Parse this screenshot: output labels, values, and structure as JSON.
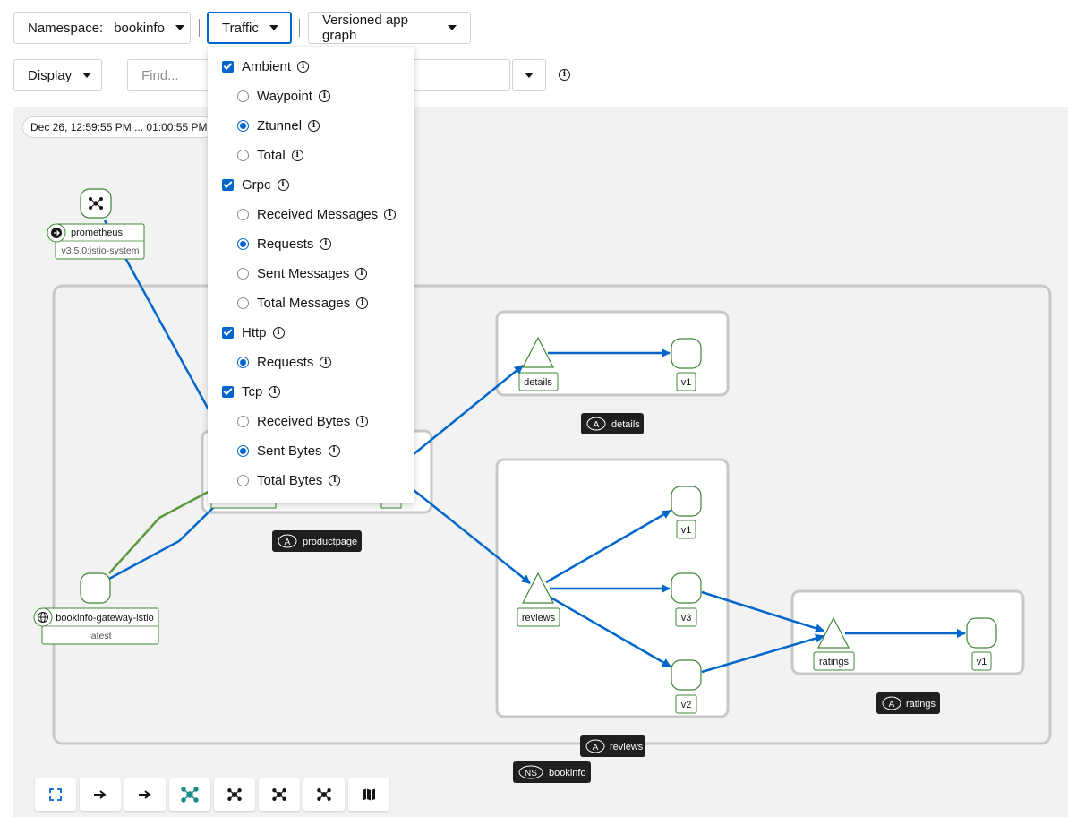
{
  "toolbar": {
    "namespace_label": "Namespace:",
    "namespace_value": "bookinfo",
    "traffic_label": "Traffic",
    "graph_type_label": "Versioned app graph",
    "display_label": "Display",
    "find_placeholder": "Find..."
  },
  "time_range": "Dec 26, 12:59:55 PM ... 01:00:55 PM",
  "traffic_menu": {
    "ambient": {
      "label": "Ambient",
      "checked": true,
      "options": [
        {
          "label": "Waypoint",
          "selected": false
        },
        {
          "label": "Ztunnel",
          "selected": true
        },
        {
          "label": "Total",
          "selected": false
        }
      ]
    },
    "grpc": {
      "label": "Grpc",
      "checked": true,
      "options": [
        {
          "label": "Received Messages",
          "selected": false
        },
        {
          "label": "Requests",
          "selected": true
        },
        {
          "label": "Sent Messages",
          "selected": false
        },
        {
          "label": "Total Messages",
          "selected": false
        }
      ]
    },
    "http": {
      "label": "Http",
      "checked": true,
      "options": [
        {
          "label": "Requests",
          "selected": true
        }
      ]
    },
    "tcp": {
      "label": "Tcp",
      "checked": true,
      "options": [
        {
          "label": "Received Bytes",
          "selected": false
        },
        {
          "label": "Sent Bytes",
          "selected": true
        },
        {
          "label": "Total Bytes",
          "selected": false
        }
      ]
    }
  },
  "graph": {
    "prometheus": {
      "name": "prometheus",
      "version": "v3.5.0:istio-system"
    },
    "gateway": {
      "name": "bookinfo-gateway-istio",
      "version": "latest"
    },
    "details": {
      "app": "details",
      "version": "v1",
      "badge": "A",
      "label": "details"
    },
    "productpage": {
      "badge": "A",
      "label": "productpage"
    },
    "reviews": {
      "app": "reviews",
      "versions": [
        "v1",
        "v3",
        "v2"
      ],
      "badge": "A",
      "label": "reviews"
    },
    "ratings": {
      "app": "ratings",
      "version": "v1",
      "badge": "A",
      "label": "ratings"
    },
    "namespace": {
      "badge": "NS",
      "label": "bookinfo"
    }
  },
  "colors": {
    "accent": "#0066cc",
    "edge_http": "#0066cc",
    "edge_tcp": "#5a9a3c",
    "node_border": "#3e8635"
  },
  "bottom_toolbar": [
    "fit-icon",
    "arrow-icon",
    "arrow-icon",
    "topology-icon",
    "topology-icon",
    "topology-icon",
    "topology-icon",
    "map-icon"
  ]
}
